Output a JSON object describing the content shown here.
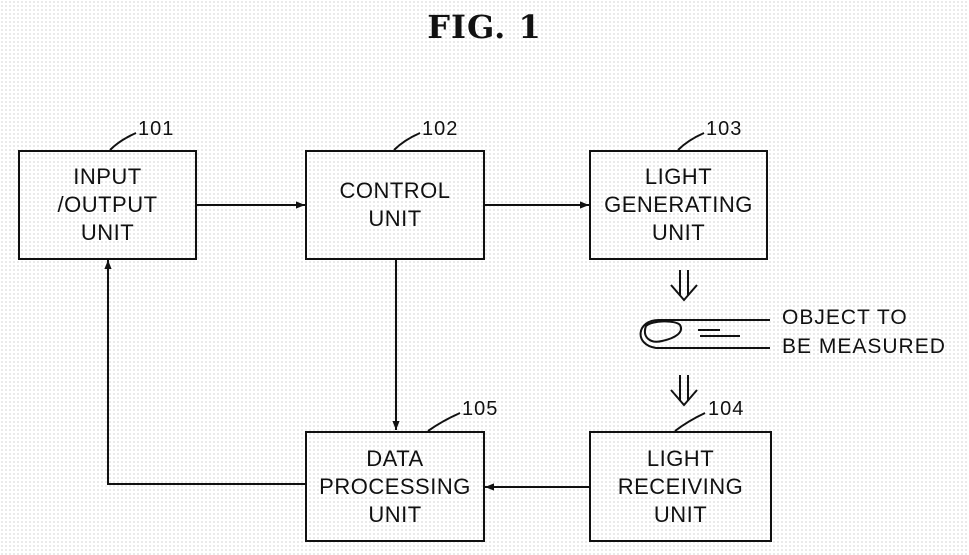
{
  "title": "FIG. 1",
  "blocks": {
    "io": {
      "ref": "101",
      "lines": [
        "INPUT",
        "/OUTPUT",
        "UNIT"
      ]
    },
    "control": {
      "ref": "102",
      "lines": [
        "CONTROL",
        "UNIT"
      ]
    },
    "light_gen": {
      "ref": "103",
      "lines": [
        "LIGHT",
        "GENERATING",
        "UNIT"
      ]
    },
    "light_recv": {
      "ref": "104",
      "lines": [
        "LIGHT",
        "RECEIVING",
        "UNIT"
      ]
    },
    "data_proc": {
      "ref": "105",
      "lines": [
        "DATA",
        "PROCESSING",
        "UNIT"
      ]
    }
  },
  "object_label": [
    "OBJECT TO",
    "BE MEASURED"
  ],
  "colors": {
    "line": "#111111",
    "background_dots": "#cfcfcf"
  }
}
